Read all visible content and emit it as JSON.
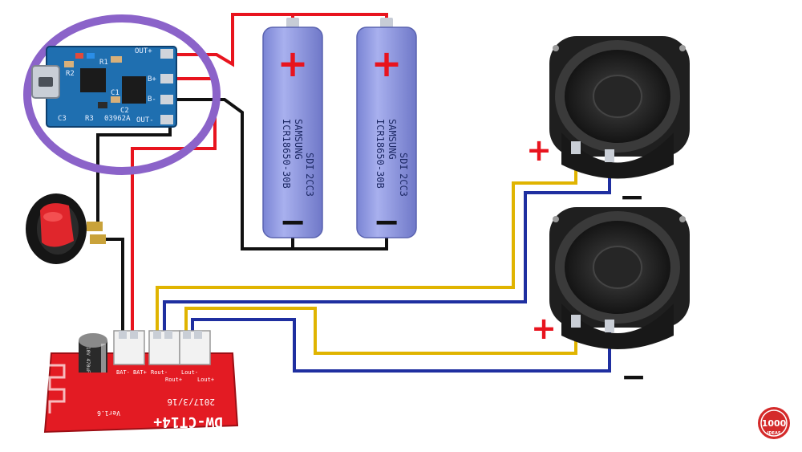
{
  "colors": {
    "wire_red": "#e8141e",
    "wire_black": "#111111",
    "wire_yellow": "#e0b400",
    "wire_blue": "#1f2fa0",
    "highlight": "#8b63c9",
    "charger_pcb": "#1f6fb0",
    "amp_pcb": "#e31b23",
    "battery": "#8d97df",
    "plus_sign": "#e8141e"
  },
  "charger_module": {
    "pins": [
      "OUT+",
      "B+",
      "B-",
      "OUT-"
    ],
    "labels": [
      "R2",
      "R1",
      "R3",
      "C1",
      "C2",
      "C3",
      "03962A"
    ]
  },
  "batteries": [
    {
      "plus": "+",
      "minus": "−",
      "lines": [
        "ICR18650-30B",
        "SAMSUNG",
        "SDI",
        "2CC3"
      ]
    },
    {
      "plus": "+",
      "minus": "−",
      "lines": [
        "ICR18650-30B",
        "SAMSUNG",
        "SDI",
        "2CC3"
      ]
    }
  ],
  "speakers": [
    {
      "plus": "+",
      "minus": "−"
    },
    {
      "plus": "+",
      "minus": "−"
    }
  ],
  "amplifier_board": {
    "model": "DW-CT14+",
    "date": "2017/3/16",
    "version": "Ver1.6",
    "pins": [
      "BAT-",
      "BAT+",
      "Rout-",
      "Rout+",
      "Lout-",
      "Lout+"
    ],
    "capacitor": "10V 470uF"
  },
  "switch": {
    "icon": "rocker-switch-icon"
  },
  "watermark": {
    "text": "1000",
    "subtext": "IDEAS"
  }
}
